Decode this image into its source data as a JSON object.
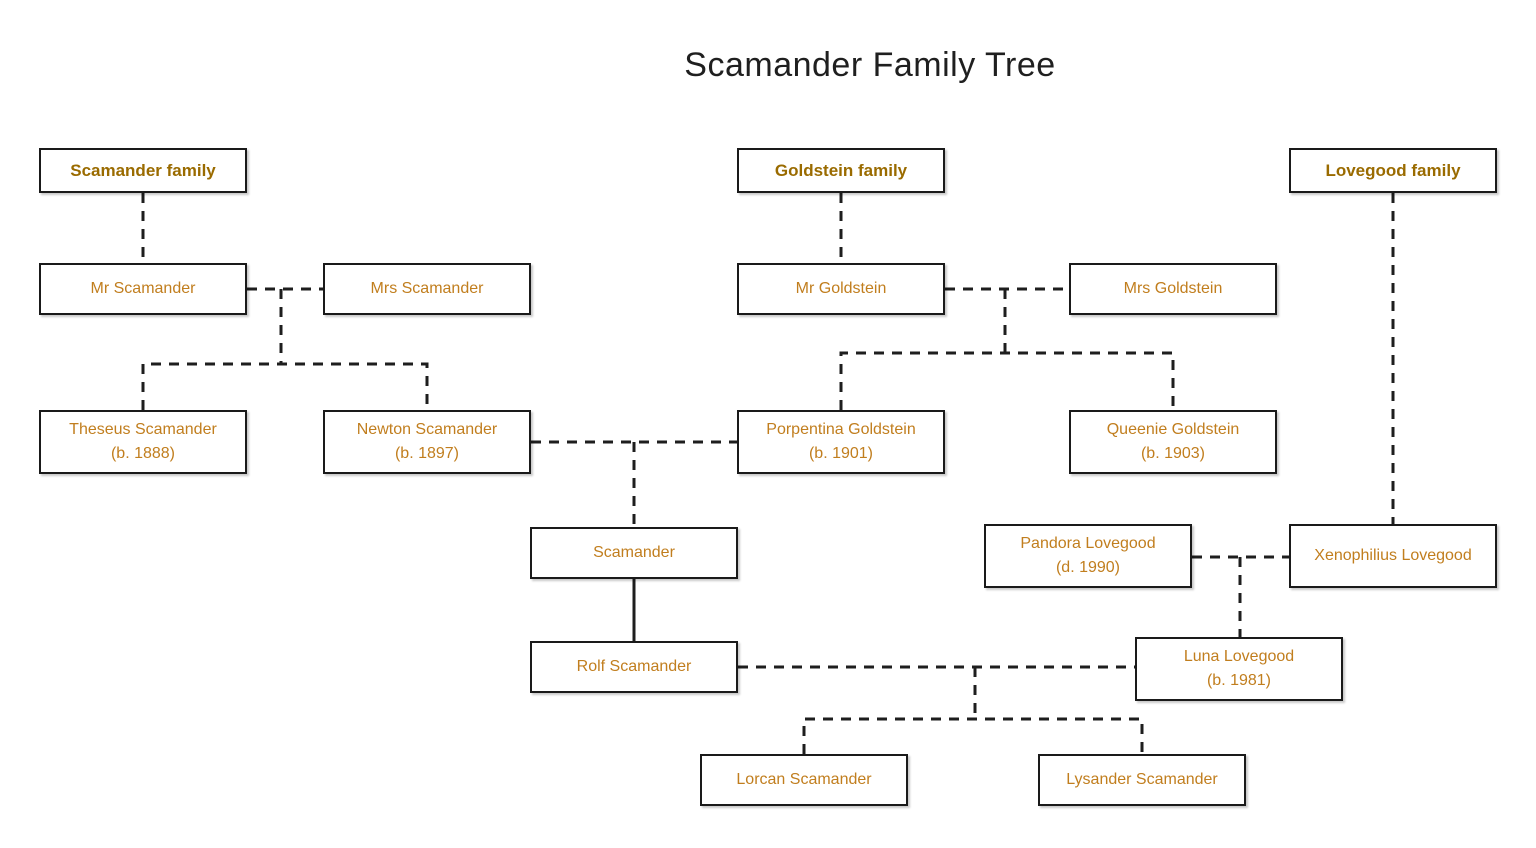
{
  "title": "Scamander Family Tree",
  "colors": {
    "title_text": "#1F1F1F",
    "family_header_text": "#9A6B00",
    "member_text": "#C17E1E",
    "box_border": "#1A1A1A",
    "connector_line": "#1E1E1E",
    "background": "#FFFFFF"
  },
  "families": {
    "scamander": {
      "header": "Scamander family"
    },
    "goldstein": {
      "header": "Goldstein family"
    },
    "lovegood": {
      "header": "Lovegood family"
    }
  },
  "members": {
    "mr_scamander": {
      "name": "Mr Scamander"
    },
    "mrs_scamander": {
      "name": "Mrs Scamander"
    },
    "theseus": {
      "name": "Theseus Scamander",
      "detail": "(b. 1888)"
    },
    "newton": {
      "name": "Newton Scamander",
      "detail": "(b. 1897)"
    },
    "mr_goldstein": {
      "name": "Mr Goldstein"
    },
    "mrs_goldstein": {
      "name": "Mrs Goldstein"
    },
    "porpentina": {
      "name": "Porpentina Goldstein",
      "detail": "(b. 1901)"
    },
    "queenie": {
      "name": "Queenie Goldstein",
      "detail": "(b. 1903)"
    },
    "scamander": {
      "name": "Scamander"
    },
    "pandora": {
      "name": "Pandora Lovegood",
      "detail": "(d. 1990)"
    },
    "xenophilius": {
      "name": "Xenophilius Lovegood"
    },
    "rolf": {
      "name": "Rolf Scamander"
    },
    "luna": {
      "name": "Luna Lovegood",
      "detail": "(b. 1981)"
    },
    "lorcan": {
      "name": "Lorcan Scamander"
    },
    "lysander": {
      "name": "Lysander Scamander"
    }
  },
  "relationships": [
    {
      "type": "descent",
      "from": "Scamander family",
      "to": "Mr Scamander"
    },
    {
      "type": "marriage",
      "between": [
        "Mr Scamander",
        "Mrs Scamander"
      ]
    },
    {
      "type": "children",
      "parents": [
        "Mr Scamander",
        "Mrs Scamander"
      ],
      "children": [
        "Theseus Scamander",
        "Newton Scamander"
      ]
    },
    {
      "type": "descent",
      "from": "Goldstein family",
      "to": "Mr Goldstein"
    },
    {
      "type": "marriage",
      "between": [
        "Mr Goldstein",
        "Mrs Goldstein"
      ]
    },
    {
      "type": "children",
      "parents": [
        "Mr Goldstein",
        "Mrs Goldstein"
      ],
      "children": [
        "Porpentina Goldstein",
        "Queenie Goldstein"
      ]
    },
    {
      "type": "marriage",
      "between": [
        "Newton Scamander",
        "Porpentina Goldstein"
      ]
    },
    {
      "type": "children",
      "parents": [
        "Newton Scamander",
        "Porpentina Goldstein"
      ],
      "children": [
        "Scamander"
      ]
    },
    {
      "type": "descent",
      "from": "Scamander",
      "to": "Rolf Scamander"
    },
    {
      "type": "descent",
      "from": "Lovegood family",
      "to": "Xenophilius Lovegood"
    },
    {
      "type": "marriage",
      "between": [
        "Pandora Lovegood",
        "Xenophilius Lovegood"
      ]
    },
    {
      "type": "children",
      "parents": [
        "Pandora Lovegood",
        "Xenophilius Lovegood"
      ],
      "children": [
        "Luna Lovegood"
      ]
    },
    {
      "type": "marriage",
      "between": [
        "Rolf Scamander",
        "Luna Lovegood"
      ]
    },
    {
      "type": "children",
      "parents": [
        "Rolf Scamander",
        "Luna Lovegood"
      ],
      "children": [
        "Lorcan Scamander",
        "Lysander Scamander"
      ]
    }
  ]
}
